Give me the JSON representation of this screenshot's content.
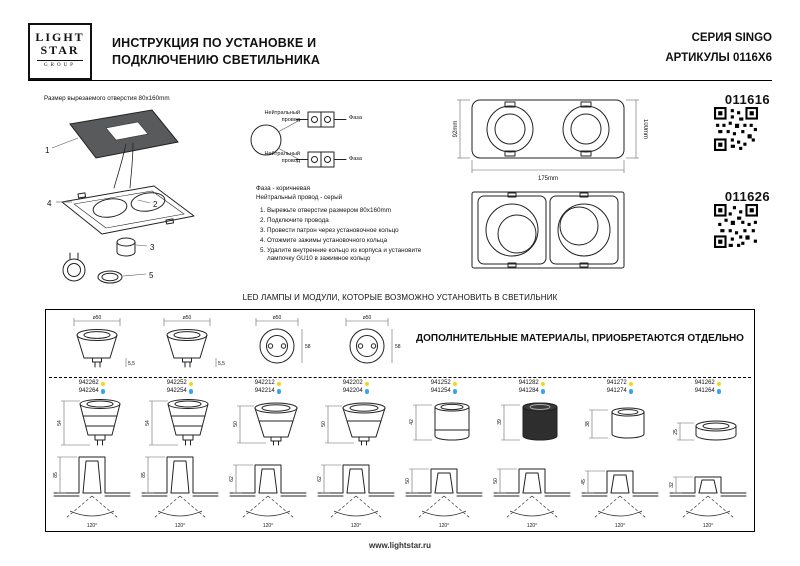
{
  "header": {
    "logo": {
      "line1": "LIGHT",
      "line2": "STAR",
      "line3": "GROUP"
    },
    "title_line1": "ИНСТРУКЦИЯ ПО УСТАНОВКЕ И",
    "title_line2": "ПОДКЛЮЧЕНИЮ СВЕТИЛЬНИКА",
    "series": "СЕРИЯ SINGO",
    "articles_label": "АРТИКУЛЫ 0116X6"
  },
  "install": {
    "cutout_label": "Размер вырезаемого отверстия 80x160mm",
    "parts": {
      "p1": "1",
      "p2": "2",
      "p3": "3",
      "p4": "4",
      "p5": "5"
    },
    "wiring": {
      "neutral_top": "Нейтральный провод",
      "phase_top": "Фаза",
      "neutral_bottom": "Нейтральный провод",
      "phase_bottom": "Фаза",
      "note_phase": "Фаза - коричневая",
      "note_neutral": "Нейтральный провод - серый"
    },
    "steps": [
      "Вырежьте отверстие размером 80x160mm",
      "Подключите провода",
      "Провести патрон через установочное кольцо",
      "Отожмите зажимы установочного кольца",
      "Удалите внутренние кольцо из корпуса и установите лампочку GU10 в зажимное кольцо"
    ]
  },
  "dimensions": {
    "height": "92mm",
    "width": "175mm",
    "side": "100mm"
  },
  "products": [
    {
      "code": "011616"
    },
    {
      "code": "011626"
    }
  ],
  "led_section": {
    "title": "LED ЛАМПЫ И МОДУЛИ, КОТОРЫЕ ВОЗМОЖНО УСТАНОВИТЬ В СВЕТИЛЬНИК",
    "additional_note": "ДОПОЛНИТЕЛЬНЫЕ МАТЕРИАЛЫ, ПРИОБРЕТАЮТСЯ ОТДЕЛЬНО",
    "legend": {
      "warm_color": "#f7d417",
      "cool_color": "#35a8e0"
    },
    "lamp_specs": [
      {
        "d1": "ø50",
        "d2": "5,5"
      },
      {
        "d1": "ø50",
        "d2": "5,5"
      },
      {
        "d1": "ø50",
        "d2": "58"
      },
      {
        "d1": "ø50",
        "d2": "58"
      }
    ],
    "columns": [
      {
        "articles": [
          {
            "code": "942262"
          },
          {
            "code": "942264"
          }
        ],
        "lamp_height": "54",
        "recess_depth": "85",
        "beam": "120°"
      },
      {
        "articles": [
          {
            "code": "942252"
          },
          {
            "code": "942254"
          }
        ],
        "lamp_height": "54",
        "recess_depth": "85",
        "beam": "120°"
      },
      {
        "articles": [
          {
            "code": "942212"
          },
          {
            "code": "942214"
          }
        ],
        "lamp_height": "50",
        "recess_depth": "62",
        "beam": "120°"
      },
      {
        "articles": [
          {
            "code": "942202"
          },
          {
            "code": "942204"
          }
        ],
        "lamp_height": "50",
        "recess_depth": "62",
        "beam": "120°"
      },
      {
        "articles": [
          {
            "code": "941252"
          },
          {
            "code": "941254"
          }
        ],
        "lamp_height": "42",
        "recess_depth": "50",
        "beam": "120°"
      },
      {
        "articles": [
          {
            "code": "941282"
          },
          {
            "code": "941284"
          }
        ],
        "lamp_height": "39",
        "recess_depth": "50",
        "beam": "120°"
      },
      {
        "articles": [
          {
            "code": "941272"
          },
          {
            "code": "941274"
          }
        ],
        "lamp_height": "38",
        "recess_depth": "45",
        "beam": "120°"
      },
      {
        "articles": [
          {
            "code": "941262"
          },
          {
            "code": "941264"
          }
        ],
        "lamp_height": "25",
        "recess_depth": "32",
        "beam": "120°"
      }
    ]
  },
  "footer": {
    "url": "www.lightstar.ru"
  }
}
